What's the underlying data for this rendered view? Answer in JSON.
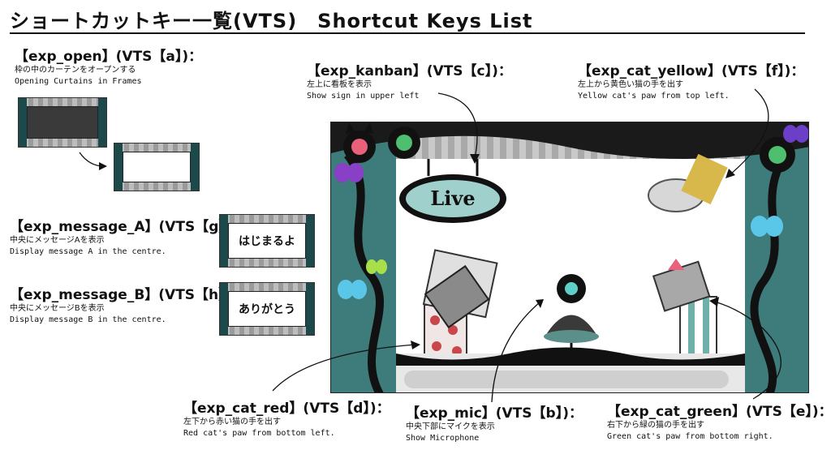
{
  "title": "ショートカットキー一覧(VTS)　Shortcut Keys List",
  "entries": {
    "open": {
      "head": "【exp_open】(VTS【a】)：",
      "jp": "枠の中のカーテンをオープンする",
      "en": "Opening Curtains in Frames"
    },
    "msgA": {
      "head": "【exp_message_A】(VTS【g】)：",
      "jp": "中央にメッセージAを表示",
      "en": "Display message A in the centre."
    },
    "msgB": {
      "head": "【exp_message_B】(VTS【h】)：",
      "jp": "中央にメッセージBを表示",
      "en": "Display message B in the centre."
    },
    "kanban": {
      "head": "【exp_kanban】(VTS【c】)：",
      "jp": "左上に看板を表示",
      "en": "Show sign in upper left"
    },
    "yellow": {
      "head": "【exp_cat_yellow】(VTS【f】)：",
      "jp": "左上から黄色い猫の手を出す",
      "en": "Yellow cat's paw from top left."
    },
    "red": {
      "head": "【exp_cat_red】(VTS【d】)：",
      "jp": "左下から赤い猫の手を出す",
      "en": "Red cat's paw from bottom left."
    },
    "mic": {
      "head": "【exp_mic】(VTS【b】)：",
      "jp": "中央下部にマイクを表示",
      "en": "Show Microphone"
    },
    "green": {
      "head": "【exp_cat_green】(VTS【e】)：",
      "jp": "右下から緑の猫の手を出す",
      "en": "Green cat's paw from bottom right."
    }
  },
  "thumbs": {
    "msgA_text": "はじまるよ",
    "msgB_text": "ありがとう"
  },
  "scene": {
    "sign_text": "Live"
  },
  "colors": {
    "teal": "#3e7b7b",
    "pink": "#e8607a",
    "yellow": "#d8b84a",
    "green": "#4dbf6e",
    "red": "#c9474b"
  },
  "icons": [
    "cat-icon",
    "butterfly-icon",
    "arrow-icon",
    "microphone-icon",
    "paw-icon"
  ]
}
